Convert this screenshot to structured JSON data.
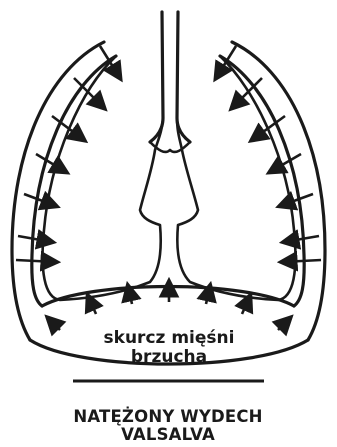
{
  "diagram": {
    "label_abdominal": [
      "skurcz mięśni",
      "brzucha"
    ],
    "caption": [
      "NATĘŻONY WYDECH",
      "VALSALVA"
    ],
    "colors": {
      "ink": "#1a1a1a",
      "background": "#ffffff"
    },
    "arrow_directions": {
      "chest_wall": "inward",
      "abdomen": "upward"
    }
  }
}
